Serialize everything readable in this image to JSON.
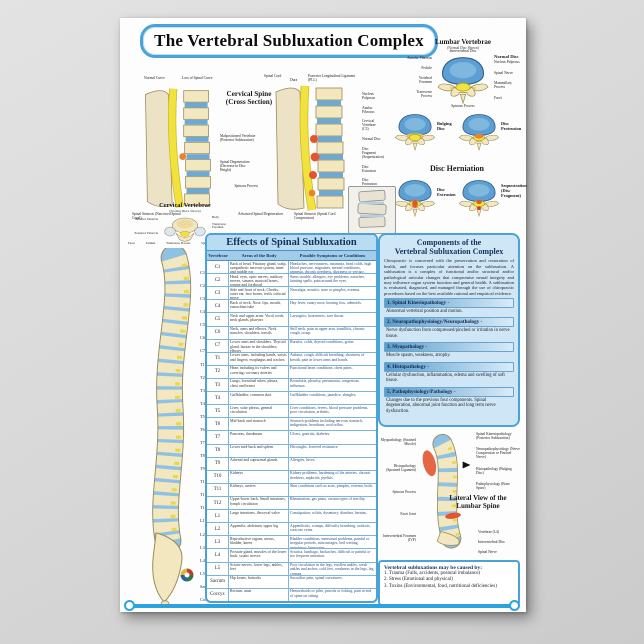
{
  "colors": {
    "accent_blue": "#4aa3d8",
    "panel_blue": "#cfe6f6",
    "table_header_blue": "#badcf2",
    "bone": "#f3e7c0",
    "disc_blue": "#6aa9d8",
    "cord_yellow": "#f2e23c",
    "alert_red": "#e2552e"
  },
  "poster": {
    "title": "The Vertebral Subluxation Complex",
    "lumbar_vertebrae": {
      "title": "Lumbar Vertebrae",
      "subtitle": "(Normal Disc Shown)",
      "normal_disc_label": "Normal Disc",
      "label_top": "Intervertebral Disc",
      "label_bottom": "Spinous Process",
      "labels_left": [
        "Annular Fibrosus",
        "Pedicle",
        "Vertebral Foramen",
        "Transverse Process"
      ],
      "labels_right": [
        "Nucleus Pulposus",
        "Spinal Nerve",
        "Mammillary Process",
        "Facet"
      ]
    },
    "disc_types": {
      "heading": "Disc Herniation",
      "items": [
        "Bulging Disc",
        "Disc Protrusion",
        "Disc Extrusion",
        "Sequestration (Disc Fragment)"
      ]
    },
    "cross_section": {
      "title_line1": "Cervical Spine",
      "title_line2": "(Cross Section)",
      "normal_curve": "Normal Curve",
      "loss_curve": "Loss of Spinal Curve",
      "malpositioned": "Malpositioned Vertebrae (Posterior Subluxation)",
      "degeneration": "Spinal Degeneration (Decrease in Disc Height)",
      "stenosis1": "Spinal Stenosis (Narrowed Spinal Canal)",
      "spinal_cord": "Spinal Cord",
      "dura": "Dura",
      "pll": "Posterior Longitudinal Ligament (PLL)",
      "spinous": "Spinous Process",
      "right_labels": [
        "Nucleus Pulposus",
        "Anulus Fibrosus",
        "Cervical Vertebrae (C3)",
        "Normal Disc",
        "Disc Fragment (Sequestration)",
        "Disc Extrusion",
        "Disc Protrusion",
        "Disc Bulge"
      ],
      "advanced": "Advanced Spinal Degeneration",
      "stenosis2": "Spinal Stenosis (Spinal Cord Compression)"
    },
    "cervical_vertebrae": {
      "title": "Cervical Vertebrae",
      "subtitle": "(Normal Discs Shown)",
      "labels_left": [
        "Anterior Tubercle",
        "Posterior Tubercle"
      ],
      "labels_right": [
        "Body",
        "Transverse Foramen",
        "Transverse Process"
      ]
    },
    "spine": {
      "top_labels": [
        "Facet",
        "Lamina",
        "Transverse Process",
        "Spinous Process"
      ],
      "levels": [
        "C1",
        "C2",
        "C3",
        "C4",
        "C5",
        "C6",
        "C7",
        "T1",
        "T2",
        "T3",
        "T4",
        "T5",
        "T6",
        "T7",
        "T8",
        "T9",
        "T10",
        "T11",
        "T12",
        "L1",
        "L2",
        "L3",
        "L4",
        "L5",
        "Sacrum",
        "Coccyx"
      ]
    },
    "table": {
      "title": "Effects of Spinal Subluxation",
      "columns": [
        "Vertebrae",
        "Areas of the Body",
        "Possible Symptoms or Conditions"
      ],
      "rows": [
        {
          "level": "C1",
          "areas": "Back of head, Pituitary gland, scalp, sympathetic nervous system, inner and middle ear",
          "symptoms": "Headaches, nervousness, insomnia, head colds, high blood pressure, migraines, mental conditions, amnesia, chronic tiredness, dizziness or vertigo."
        },
        {
          "level": "C2",
          "areas": "Head, eyes, optic nerves, auditory nerves, sinuses, mastoid bones, tongue and forehead",
          "symptoms": "Sinus trouble, allergies, eye problems, earaches, fainting spells, pain around the eyes."
        },
        {
          "level": "C3",
          "areas": "Side and front of neck, Cheeks, outer ear, face bones, teeth, trifacial nerve",
          "symptoms": "Neuralgia, neuritis, acne or pimples, eczema."
        },
        {
          "level": "C4",
          "areas": "Back of neck, Nose, lips, mouth, eustachian tube",
          "symptoms": "Hay fever, runny nose, hearing loss, adenoids."
        },
        {
          "level": "C5",
          "areas": "Neck and upper arms. Vocal cords, neck glands, pharynx",
          "symptoms": "Laryngitis, hoarseness, sore throat."
        },
        {
          "level": "C6",
          "areas": "Neck, arms and elbows. Neck muscles, shoulders, tonsils",
          "symptoms": "Stiff neck, pain in upper arm, tonsillitis, chronic cough, croup."
        },
        {
          "level": "C7",
          "areas": "Lower arms and shoulders. Thyroid gland, bursae in the shoulders, elbows",
          "symptoms": "Bursitis, colds, thyroid conditions, goiter."
        },
        {
          "level": "T1",
          "areas": "Lower arms, including hands, wrists and fingers; esophagus and trachea",
          "symptoms": "Asthma, cough, difficult breathing, shortness of breath, pain in lower arms and hands."
        },
        {
          "level": "T2",
          "areas": "Heart including its valves and covering; coronary arteries",
          "symptoms": "Functional heart conditions, chest pains."
        },
        {
          "level": "T3",
          "areas": "Lungs, bronchial tubes, pleura, chest and breast",
          "symptoms": "Bronchitis, pleurisy, pneumonia, congestion, influenza."
        },
        {
          "level": "T4",
          "areas": "Gallbladder, common duct",
          "symptoms": "Gallbladder conditions, jaundice, shingles."
        },
        {
          "level": "T5",
          "areas": "Liver, solar plexus, general circulation",
          "symptoms": "Liver conditions, fevers, blood pressure problems, poor circulation, arthritis."
        },
        {
          "level": "T6",
          "areas": "Mid-back and stomach",
          "symptoms": "Stomach problems including nervous stomach, indigestion, heartburn, acid reflux."
        },
        {
          "level": "T7",
          "areas": "Pancreas, duodenum",
          "symptoms": "Ulcers, gastritis, diabetes."
        },
        {
          "level": "T8",
          "areas": "Lower mid-back and spleen",
          "symptoms": "Hiccoughs, lowered resistance."
        },
        {
          "level": "T9",
          "areas": "Adrenal and suprarenal glands",
          "symptoms": "Allergies, hives."
        },
        {
          "level": "T10",
          "areas": "Kidneys",
          "symptoms": "Kidney problems, hardening of the arteries, chronic tiredness, nephritis, pyelitis."
        },
        {
          "level": "T11",
          "areas": "Kidneys, ureters",
          "symptoms": "Skin conditions such as acne, pimples, eczema, boils."
        },
        {
          "level": "T12",
          "areas": "Upper/lower back, Small intestines, lymph circulation",
          "symptoms": "Rheumatism, gas pains, certain types of sterility."
        },
        {
          "level": "L1",
          "areas": "Large intestines, ileocecal valve",
          "symptoms": "Constipation, colitis, dysentery, diarrhea, hernias."
        },
        {
          "level": "L2",
          "areas": "Appendix, abdomen, upper leg",
          "symptoms": "Appendicitis, cramps, difficulty breathing, acidosis, varicose veins."
        },
        {
          "level": "L3",
          "areas": "Reproductive organs, uterus, bladder, knees",
          "symptoms": "Bladder conditions, menstrual problems, painful or irregular periods, miscarriages, bed wetting, impotency, knee pains."
        },
        {
          "level": "L4",
          "areas": "Prostate gland, muscles of the lower back, sciatic nerves",
          "symptoms": "Sciatica, lumbago, backaches, difficult or painful or too frequent urination."
        },
        {
          "level": "L5",
          "areas": "Sciatic nerves, lower legs, ankles, feet",
          "symptoms": "Poor circulation in the legs, swollen ankles, weak ankles and arches, cold feet, weakness in the legs, leg cramps."
        },
        {
          "level": "Sacrum",
          "areas": "Hip bones, buttocks",
          "symptoms": "Sacroiliac pain, spinal curvatures."
        },
        {
          "level": "Coccyx",
          "areas": "Rectum, anus",
          "symptoms": "Hemorrhoids or piles, pruritis or itching, pain at end of spine on sitting."
        }
      ]
    },
    "components_panel": {
      "title_line1": "Components of the",
      "title_line2": "Vertebral Subluxation Complex",
      "intro": "Chiropractic is concerned with the preservation and restoration of health, and focuses particular attention on the subluxation. A subluxation is a complex of functional and/or structural and/or pathological articular changes that compromise neural integrity and may influence organ system function and general health. A subluxation is evaluated, diagnosed, and managed through the use of chiropractic procedures based on the best available rational and empirical evidence.",
      "items": [
        {
          "heading": "1. Spinal Kinesiopathology -",
          "text": "Abnormal vertebral position and motion."
        },
        {
          "heading": "2. Neuropathophysiology/Neuropathology -",
          "text": "Nerve dysfunction from compressed/pinched or irritation in nerve tissue."
        },
        {
          "heading": "3. Myopathology -",
          "text": "Muscle spasm, weakness, atrophy."
        },
        {
          "heading": "4. Histopathology -",
          "text": "Cellular dysfunction, inflammation, edema and swelling of soft tissue."
        },
        {
          "heading": "5. Pathophysiology/Pathology -",
          "text": "Changes due to the previous four components. Spinal degeneration, abnormal joint function and long term nerve dysfunction."
        }
      ]
    },
    "lateral_view": {
      "caption_line1": "Lateral View of the",
      "caption_line2": "Lumbar Spine",
      "labels_left": [
        "Myopathology (Strained Muscle)",
        "Histopathology (Sprained Ligament)",
        "Spinous Process",
        "Facet Joint",
        "Intervertebral Foramen (IVF)"
      ],
      "labels_right_top": [
        "Spinal Kinesiopathology (Posterior Subluxation)",
        "Neuropathophysiology (Nerve Compression or Pinched Nerve)",
        "Histopathology (Bulging Disc)",
        "Pathophysiology (Bone Spurs)"
      ],
      "labels_right_bottom": [
        "Vertebrae (L4)",
        "Intervertebral Disc",
        "Spinal Nerve"
      ]
    },
    "causes_box": {
      "heading": "Vertebral subluxations may be caused by:",
      "items": [
        "1. Trauma (Falls, accidents, postural imbalance)",
        "2. Stress (Emotional and physical)",
        "3. Toxins (Environmental, food, nutritional deficiencies)"
      ]
    }
  }
}
